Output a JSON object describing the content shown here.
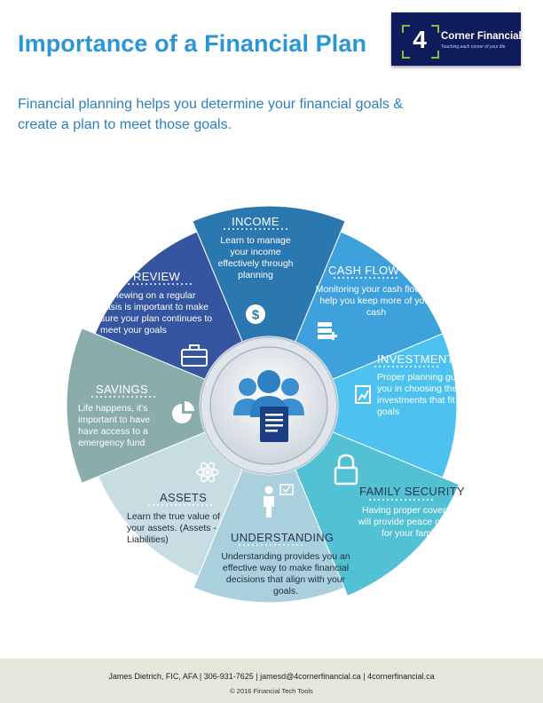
{
  "header": {
    "title": "Importance of a Financial Plan",
    "logo_number": "4",
    "logo_name": "Corner Financial",
    "logo_tagline": "Touching each corner of your life"
  },
  "intro": "Financial planning helps you determine your financial goals & create a plan to meet those goals.",
  "wheel": {
    "segments": [
      {
        "title": "INCOME",
        "text": "Learn to manage your income effectively through planning",
        "color": "#2b77b0",
        "icon": "dollar-icon"
      },
      {
        "title": "CASH FLOW",
        "text": "Monitoring your cash flow will help you keep more of your cash",
        "color": "#3fa1dc",
        "icon": "cash-stack-icon"
      },
      {
        "title": "INVESTMENT",
        "text": "Proper planning guides you in choosing the investments that fit your goals",
        "color": "#4ec2ef",
        "icon": "chart-icon"
      },
      {
        "title": "FAMILY SECURITY",
        "text": "Having proper coverage will provide peace of mind for your family.",
        "color": "#52c1d3",
        "icon": "lock-icon"
      },
      {
        "title": "UNDERSTANDING",
        "text": "Understanding provides you an effective way to make financial decisions that align with your goals.",
        "color": "#a9d0dc",
        "icon": "presenter-icon"
      },
      {
        "title": "ASSETS",
        "text": "Learn the true value of your assets. (Assets - Liabilities)",
        "color": "#c8dde2",
        "icon": "atom-icon"
      },
      {
        "title": "SAVINGS",
        "text": "Life happens, it's important to have have access to a emergency fund",
        "color": "#8aadab",
        "icon": "pie-icon"
      },
      {
        "title": "REVIEW",
        "text": "Reviewing on a regular basis is important to make sure your plan continues to meet your goals",
        "color": "#3555a0",
        "icon": "briefcase-icon"
      }
    ],
    "center_icon": "team-document-icon"
  },
  "footer": {
    "contact": "James Dietrich, FIC, AFA | 306-931-7625 | jamesd@4cornerfinancial.ca | 4cornerfinancial.ca",
    "copyright": "© 2016 Financial Tech Tools"
  }
}
